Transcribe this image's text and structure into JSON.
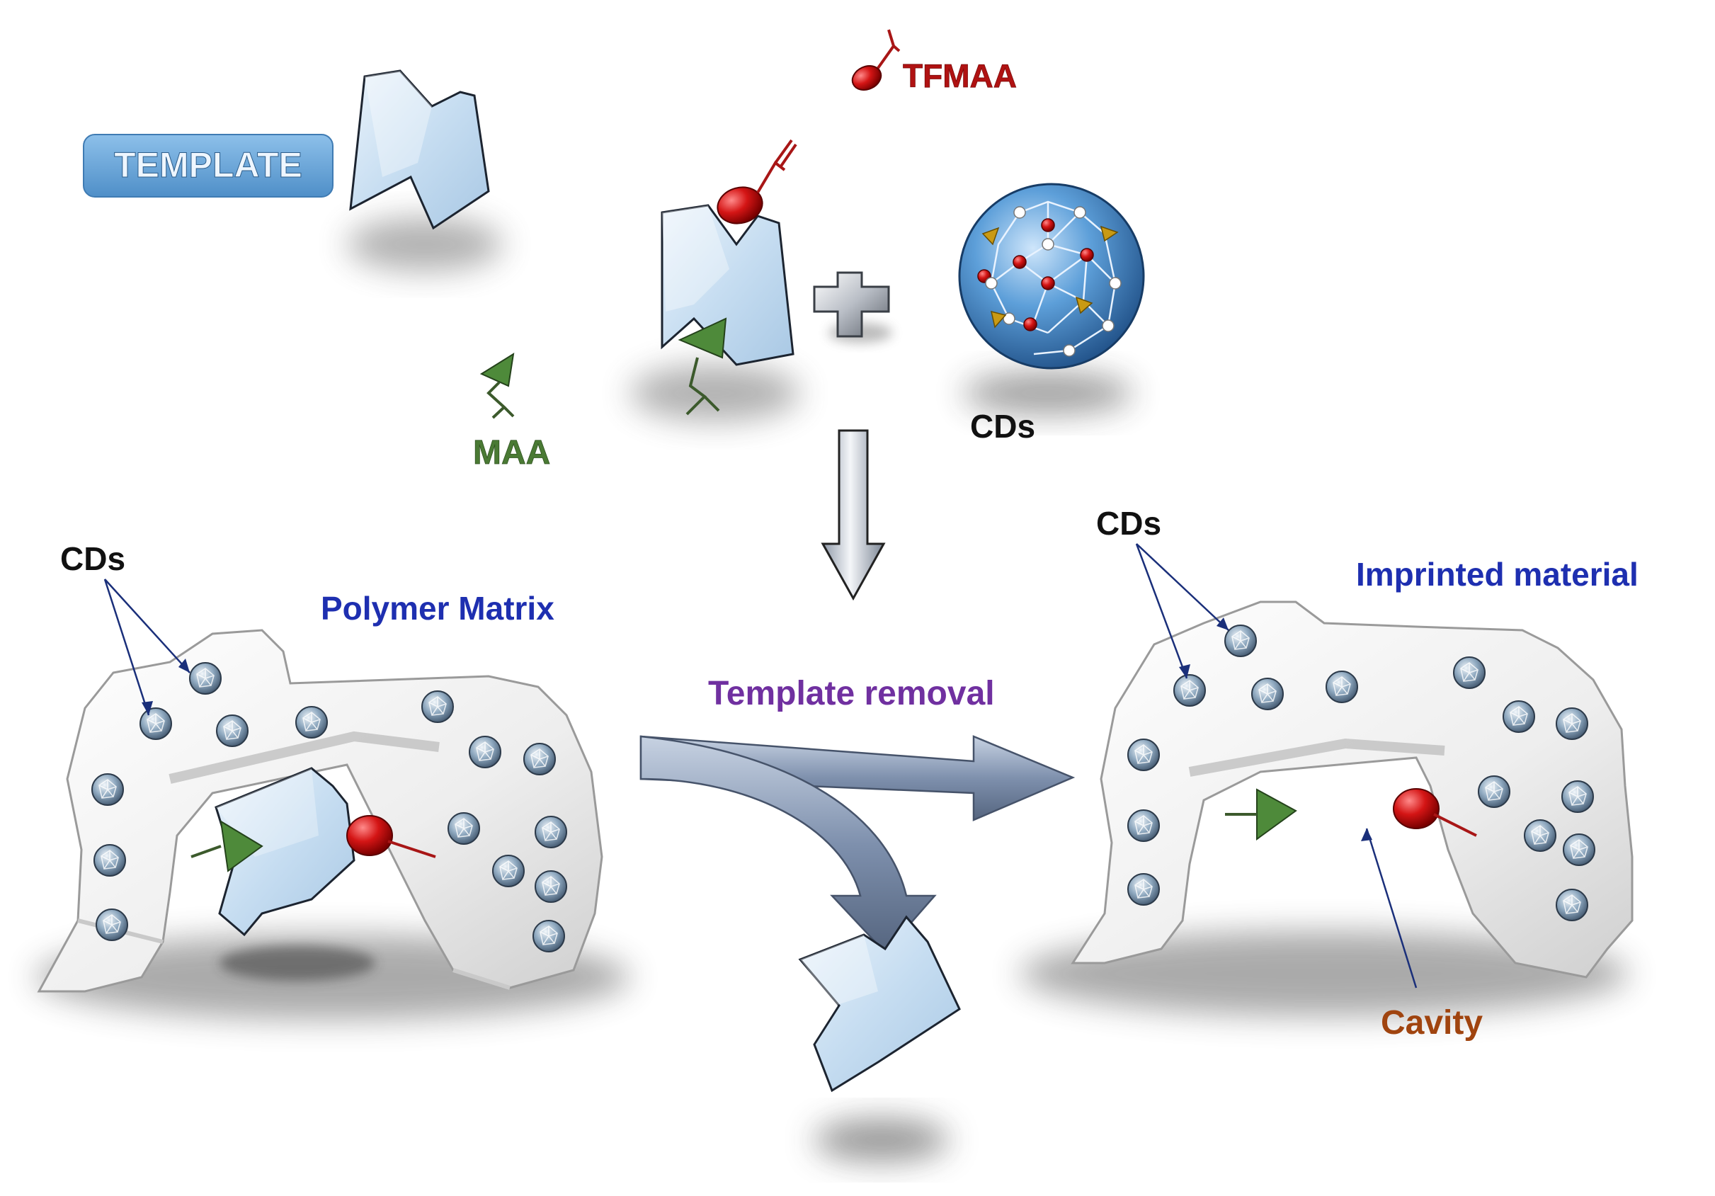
{
  "labels": {
    "template": "TEMPLATE",
    "tfmaa": "TFMAA",
    "maa": "MAA",
    "cds_top": "CDs",
    "cds_left": "CDs",
    "cds_right": "CDs",
    "polymer_matrix": "Polymer Matrix",
    "template_removal": "Template removal",
    "imprinted_material": "Imprinted material",
    "cavity": "Cavity"
  },
  "colors": {
    "template_fill": "#cfe3f3",
    "template_badge": "#6aa6d6",
    "tfmaa": "#b01212",
    "maa": "#4a7a34",
    "cds_text": "#111111",
    "polymer_matrix_text": "#1e2fb0",
    "template_removal_text": "#7030a0",
    "cavity_text": "#a0440f",
    "cd_sphere": "#4b8fcf",
    "arrow_steel": "#7a8ca8"
  },
  "icons": {
    "plus": "plus-icon",
    "down_arrow": "down-arrow-icon",
    "removal_arrow": "split-arrow-icon",
    "cd_sphere": "carbon-dot-sphere-icon"
  }
}
